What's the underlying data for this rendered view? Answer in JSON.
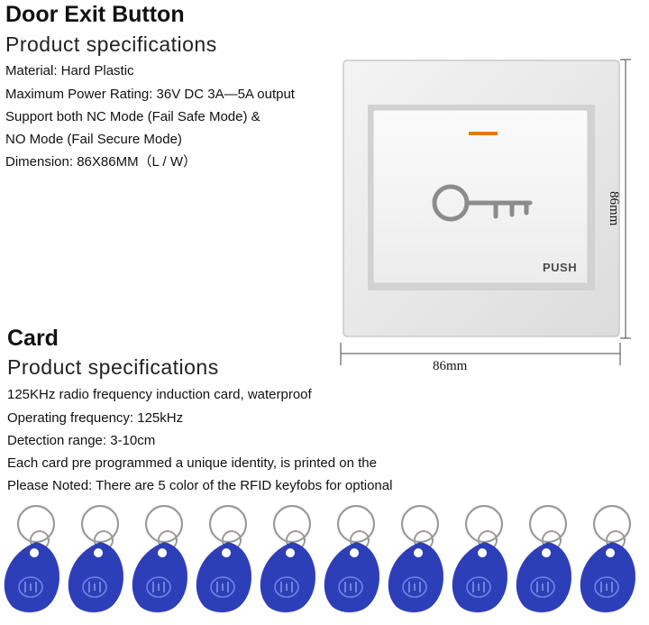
{
  "door": {
    "title": "Door Exit Button",
    "subtitle": "Product specifications",
    "specs": [
      "Material: Hard Plastic",
      "Maximum Power Rating: 36V DC 3A—5A output",
      "Support both NC Mode (Fail Safe Mode) &",
      "NO Mode (Fail Secure Mode)",
      "Dimension:  86X86MM（L / W）"
    ],
    "button_label": "PUSH",
    "dim_width": "86mm",
    "dim_height": "86mm"
  },
  "card": {
    "title": "Card",
    "subtitle": "Product specifications",
    "specs": [
      "125KHz radio frequency induction card, waterproof",
      "Operating frequency: 125kHz",
      "Detection range: 3-10cm",
      "Each card pre programmed a unique identity, is printed on the",
      "Please Noted: There are 5 color of the RFID keyfobs for optional"
    ],
    "keyfob_color": "#2d3fb8",
    "keyfob_count": 10
  }
}
